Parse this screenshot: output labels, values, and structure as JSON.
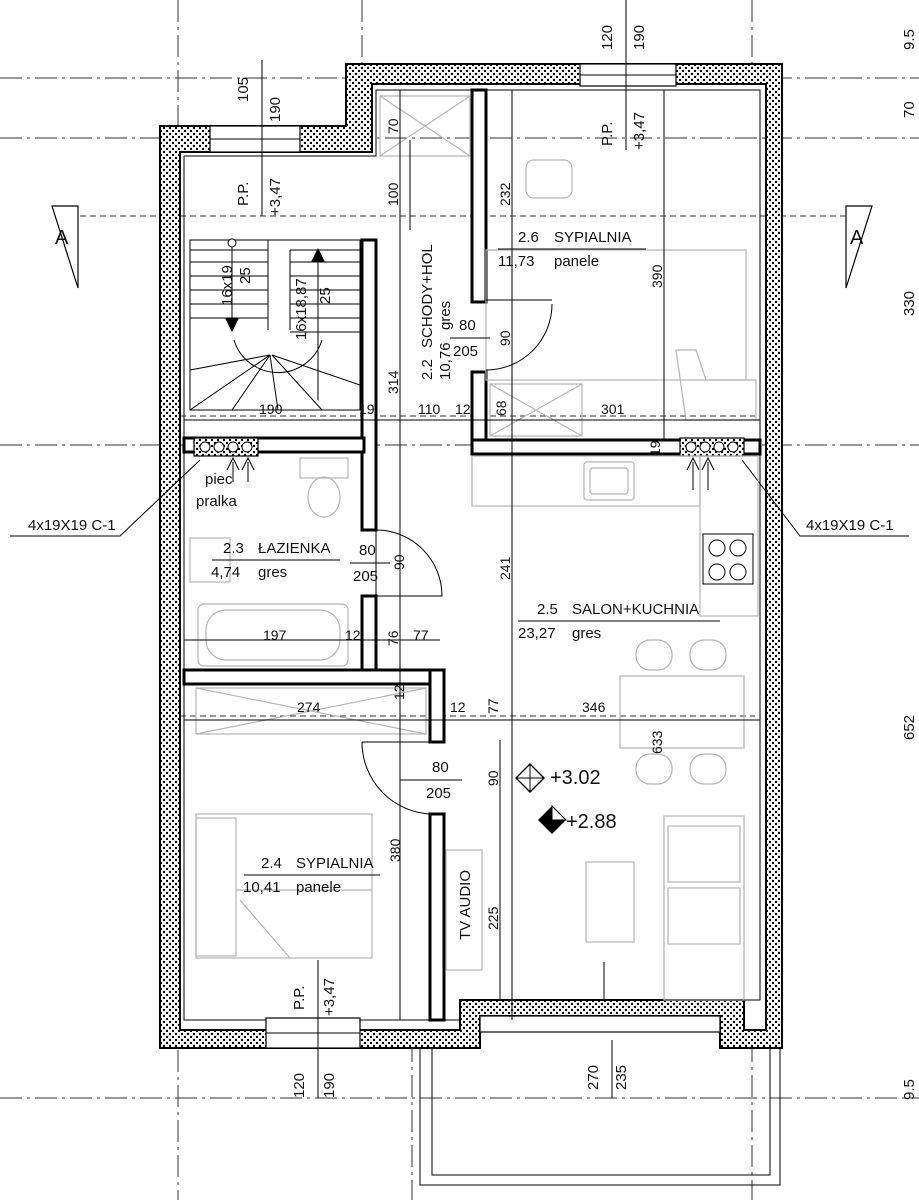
{
  "rooms": {
    "stairs": {
      "num": "2.2",
      "name": "SCHODY+HOL",
      "area": "10,76",
      "floor": "gres"
    },
    "bath": {
      "num": "2.3",
      "name": "ŁAZIENKA",
      "area": "4,74",
      "floor": "gres"
    },
    "bed24": {
      "num": "2.4",
      "name": "SYPIALNIA",
      "area": "10,41",
      "floor": "panele"
    },
    "salon": {
      "num": "2.5",
      "name": "SALON+KUCHNIA",
      "area": "23,27",
      "floor": "gres"
    },
    "bed26": {
      "num": "2.6",
      "name": "SYPIALNIA",
      "area": "11,73",
      "floor": "panele"
    }
  },
  "windows": {
    "top_left": {
      "pp": "P.P.",
      "level": "+3,47",
      "w": "105",
      "h": "190"
    },
    "top_right": {
      "pp": "P.P.",
      "level": "+3,47",
      "w": "120",
      "h": "190"
    },
    "bottom_left": {
      "pp": "P.P.",
      "level": "+3,47",
      "w": "120",
      "h": "190"
    },
    "bottom_right": {
      "w": "270",
      "h": "235"
    }
  },
  "doors": {
    "stairs": {
      "w": "80",
      "h": "205"
    },
    "bath": {
      "w": "80",
      "h": "205"
    },
    "bed24": {
      "w": "80",
      "h": "205"
    }
  },
  "stairs": {
    "run1": "16x19",
    "rise1": "25",
    "run2": "16x18,87",
    "rise2": "25"
  },
  "dims": {
    "d70": "70",
    "d100": "100",
    "d232": "232",
    "d390": "390",
    "d90a": "90",
    "d190": "190",
    "d19a": "19",
    "d314": "314",
    "d110": "110",
    "d12a": "12",
    "d68": "68",
    "d301": "301",
    "d19b": "19",
    "d90b": "90",
    "d241": "241",
    "d197": "197",
    "d12b": "12",
    "d76": "76",
    "d77a": "77",
    "d12c": "12",
    "d274": "274",
    "d12d": "12",
    "d77b": "77",
    "d346": "346",
    "d633": "633",
    "d90c": "90",
    "d380": "380",
    "d225": "225"
  },
  "levels": {
    "l1": "+3.02",
    "l2": "+2.88"
  },
  "labels": {
    "chimney_left": "4x19X19  C-1",
    "chimney_right": "4x19X19  C-1",
    "piec": "piec",
    "pralka": "pralka",
    "tv": "TV AUDIO",
    "section_left": "A",
    "section_right": "A",
    "edge_top": "9.5",
    "edge_70": "70",
    "edge_330": "330",
    "edge_652": "652",
    "edge_bottom": "9.5"
  }
}
